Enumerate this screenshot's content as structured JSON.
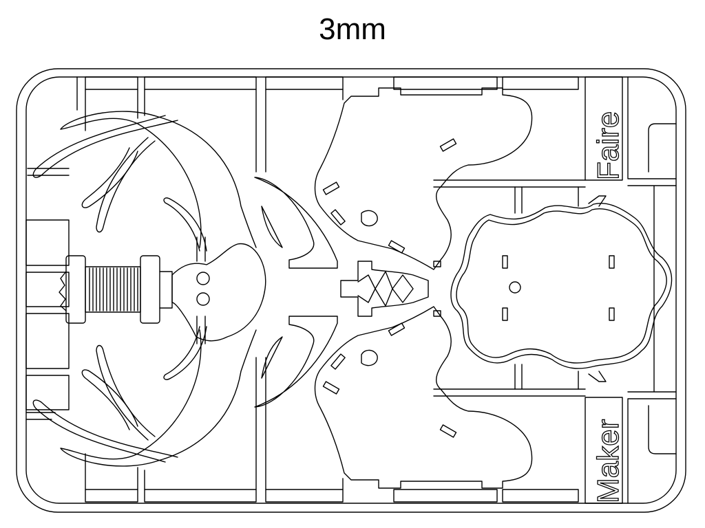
{
  "title": "3mm",
  "labels": {
    "faire": "Faire",
    "maker": "Maker"
  },
  "colors": {
    "line": "#000000",
    "background": "#ffffff"
  }
}
